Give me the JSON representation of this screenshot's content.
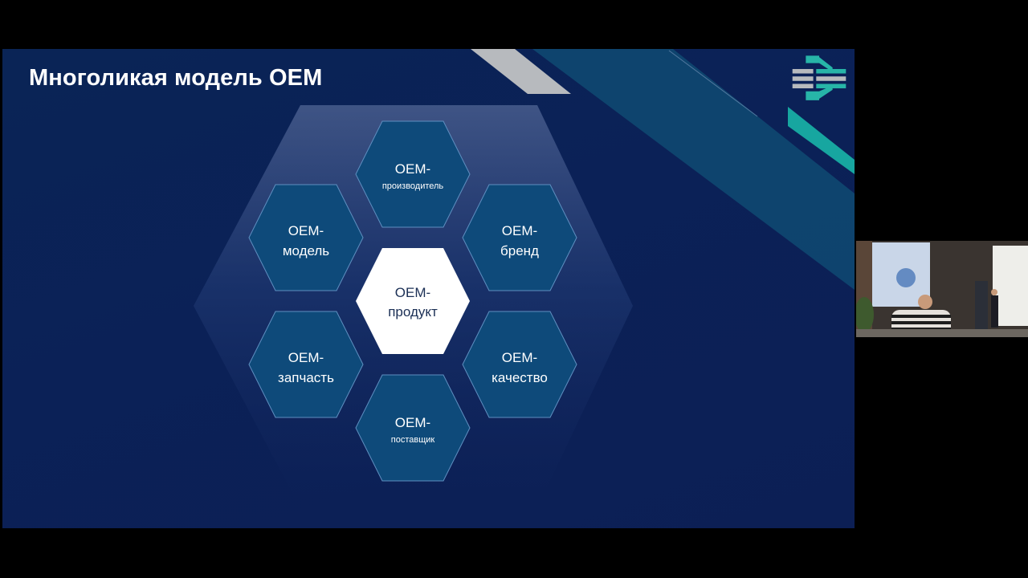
{
  "slide": {
    "title": "Многоликая модель OEM",
    "background_color": "#0b2157",
    "accent_teal": "#17a6a0",
    "accent_gray": "#b7babe"
  },
  "logo": {
    "icon": "company-logo-icon",
    "colors": [
      "#b7babe",
      "#27b5a8"
    ]
  },
  "diagram": {
    "center": {
      "line1": "OEM-",
      "line2": "продукт",
      "fill": "#ffffff",
      "text_color": "#1b2f55"
    },
    "nodes": [
      {
        "id": "top",
        "line1": "OEM-",
        "line2": "производитель",
        "small": true
      },
      {
        "id": "upper-right",
        "line1": "OEM-",
        "line2": "бренд",
        "small": false
      },
      {
        "id": "lower-right",
        "line1": "OEM-",
        "line2": "качество",
        "small": false
      },
      {
        "id": "bottom",
        "line1": "OEM-",
        "line2": "поставщик",
        "small": true
      },
      {
        "id": "lower-left",
        "line1": "OEM-",
        "line2": "запчасть",
        "small": false
      },
      {
        "id": "upper-left",
        "line1": "OEM-",
        "line2": "модель",
        "small": false
      }
    ],
    "node_fill": "#0e4a7a",
    "node_stroke": "#5f8fc0",
    "node_text_color": "#ffffff"
  },
  "webcam": {
    "icon": "webcam-feed-icon"
  }
}
